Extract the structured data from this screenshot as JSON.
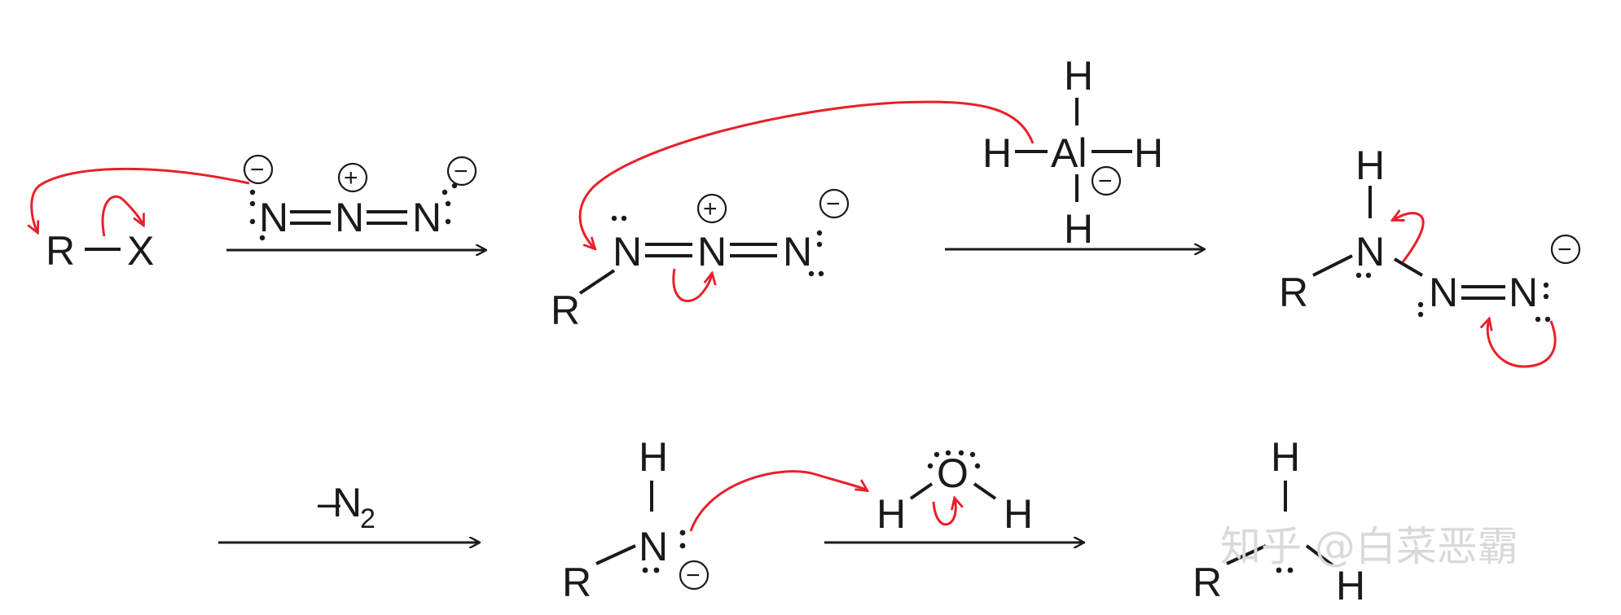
{
  "diagram": {
    "reactant_R": "R",
    "reactant_X": "X",
    "azide_atoms": [
      "N",
      "N",
      "N"
    ],
    "charges": {
      "minus": "−",
      "plus": "+"
    },
    "intermediate1": {
      "R": "R",
      "atoms": [
        "N",
        "N",
        "N"
      ]
    },
    "lah": {
      "center": "Al",
      "h": "H"
    },
    "intermediate2": {
      "R": "R",
      "H": "H",
      "atoms": [
        "N",
        "N",
        "N"
      ]
    },
    "step3_label": {
      "minus": "–",
      "N": "N",
      "sub": "2"
    },
    "intermediate3": {
      "R": "R",
      "H": "H",
      "N": "N"
    },
    "water": {
      "O": "O",
      "H": "H"
    },
    "product": {
      "R": "R",
      "H": "H"
    }
  },
  "watermark": "知乎 @白菜恶霸",
  "colors": {
    "arrow_red": "#e8202a",
    "ink": "#1a1a1a"
  }
}
